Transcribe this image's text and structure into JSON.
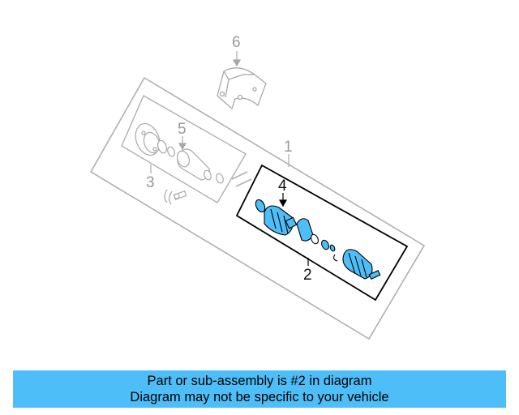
{
  "callouts": {
    "c1": "1",
    "c2": "2",
    "c3": "3",
    "c4": "4",
    "c5": "5",
    "c6": "6"
  },
  "banner": {
    "line1": "Part or sub-assembly is #2 in diagram",
    "line2": "Diagram may not be specific to your vehicle"
  },
  "colors": {
    "highlight": "#4dbef7",
    "faded_line": "#a8a8a8",
    "dark_line": "#000000"
  }
}
